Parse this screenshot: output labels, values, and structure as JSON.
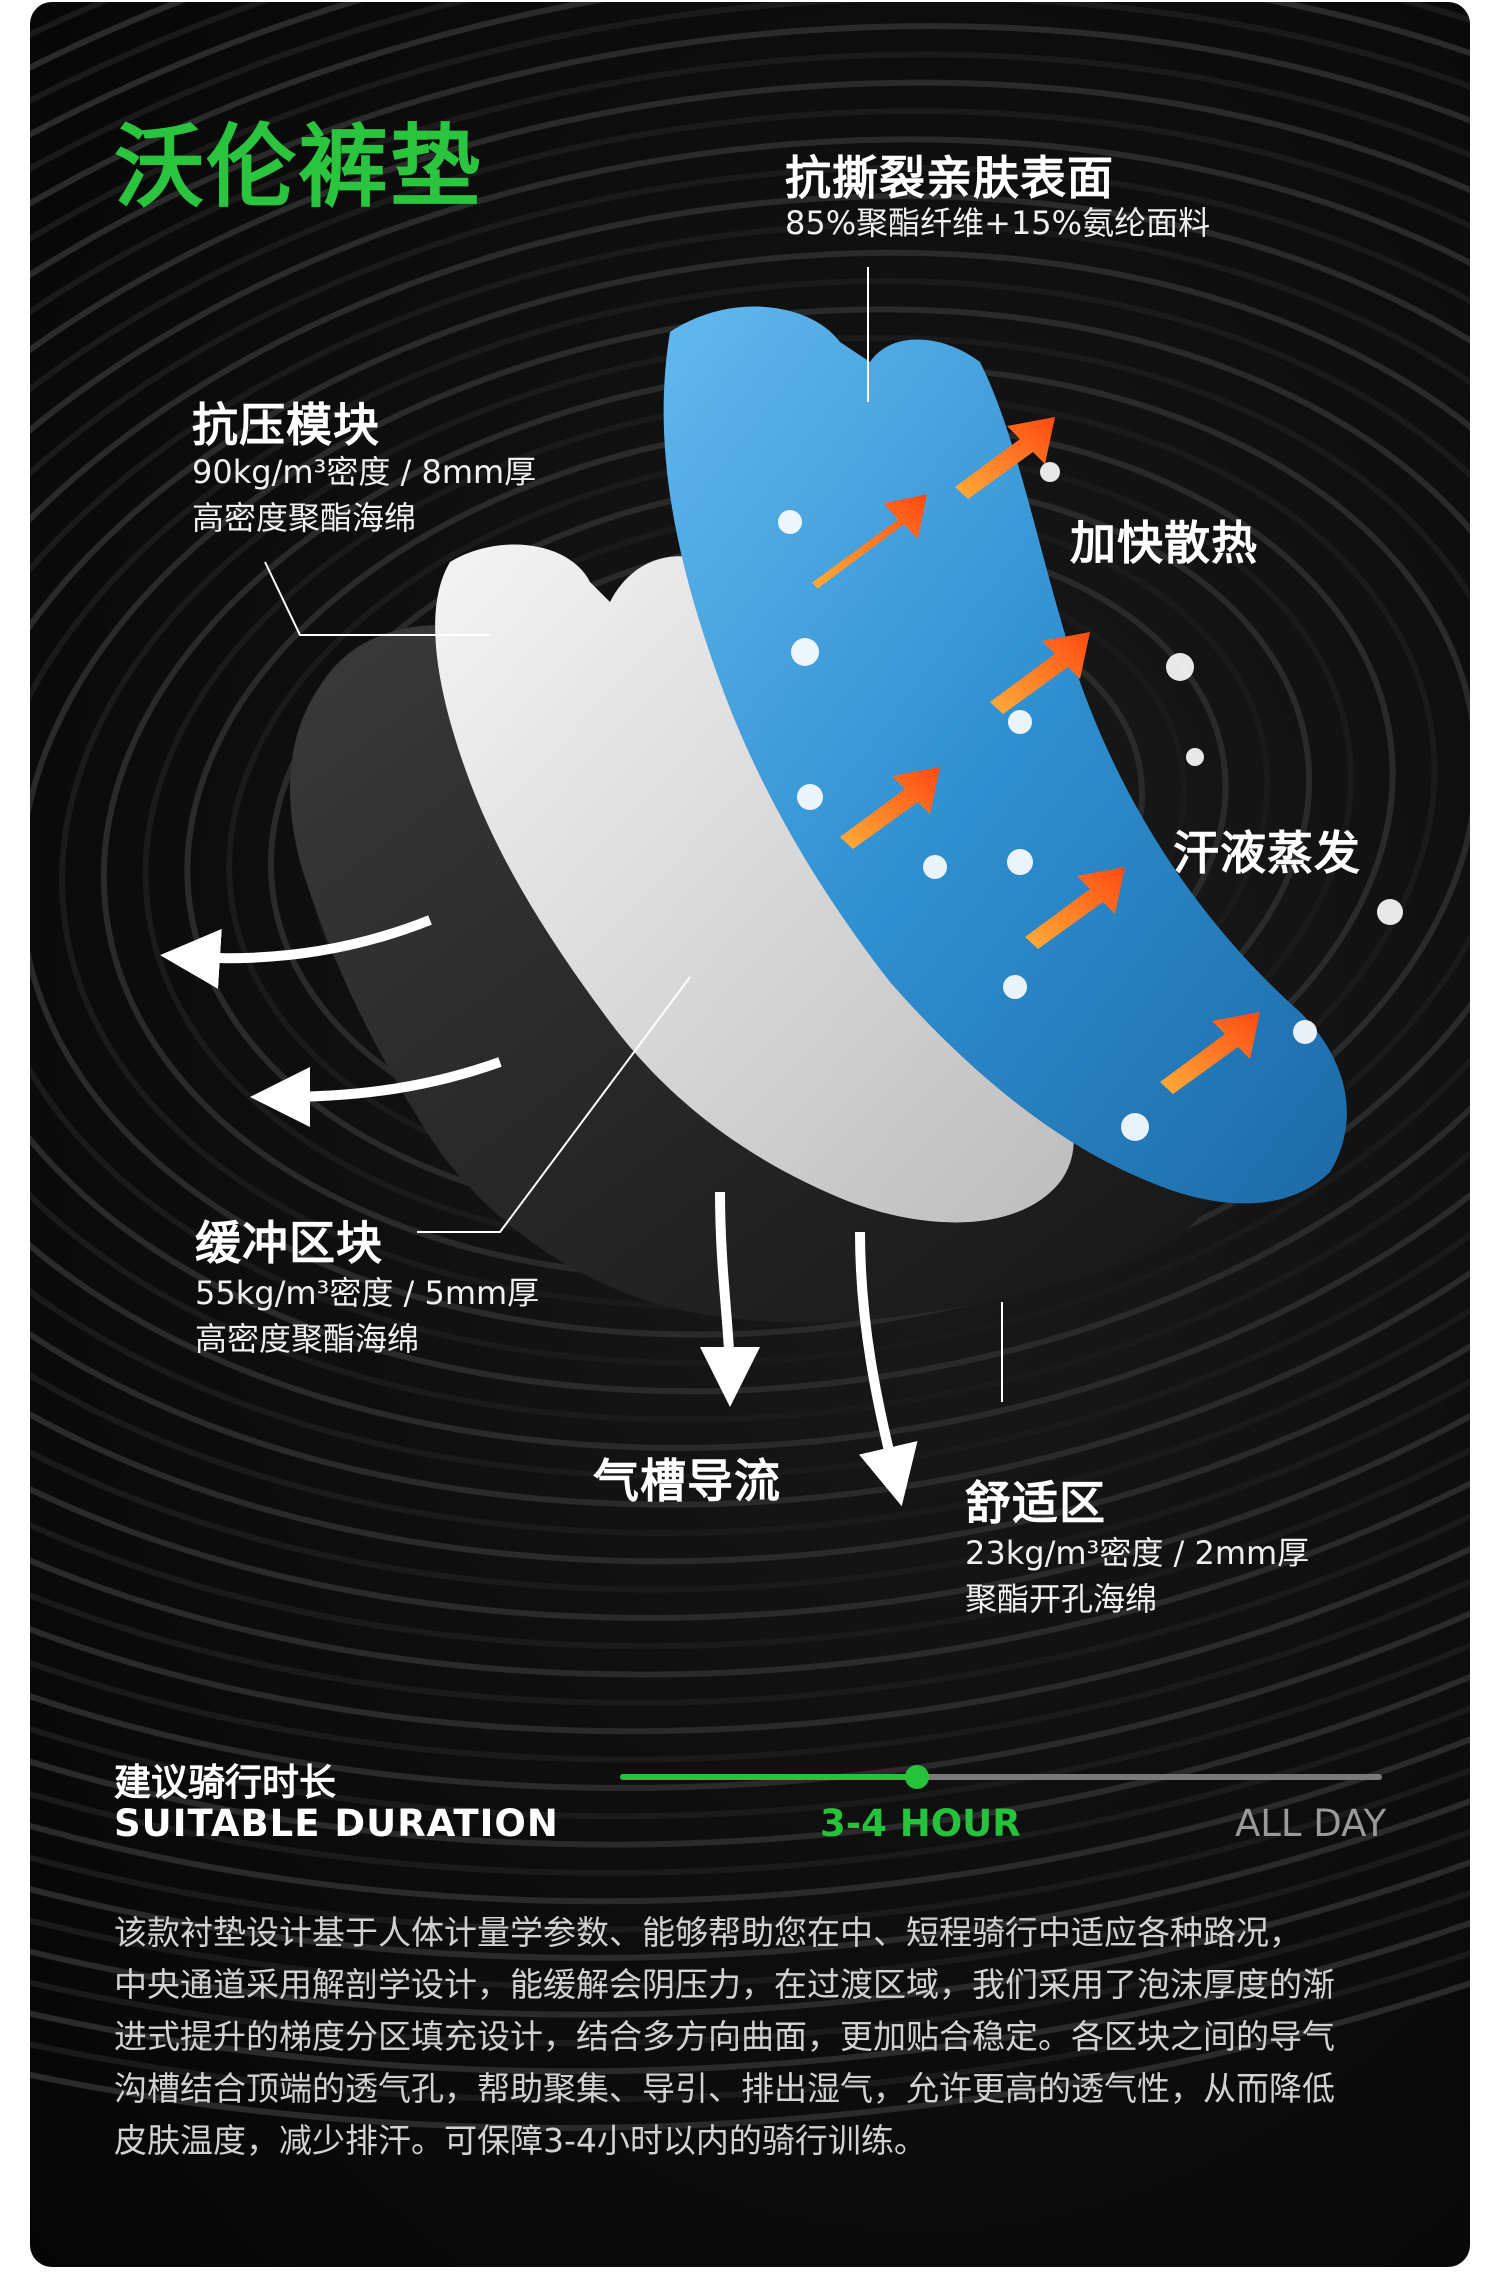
{
  "title": "沃伦裤垫",
  "features": {
    "surface": {
      "heading": "抗撕裂亲肤表面",
      "detail": "85%聚酯纤维+15%氨纶面料"
    },
    "pressure": {
      "heading": "抗压模块",
      "detail_1": "90kg/m³密度 / 8mm厚",
      "detail_2": "高密度聚酯海绵"
    },
    "heat": {
      "heading": "加快散热"
    },
    "sweat": {
      "heading": "汗液蒸发"
    },
    "cushion": {
      "heading": "缓冲区块",
      "detail_1": "55kg/m³密度 / 5mm厚",
      "detail_2": "高密度聚酯海绵"
    },
    "airflow": {
      "heading": "气槽导流"
    },
    "comfort": {
      "heading": "舒适区",
      "detail_1": "23kg/m³密度 / 2mm厚",
      "detail_2": "聚酯开孔海绵"
    }
  },
  "duration": {
    "label_cn": "建议骑行时长",
    "label_en": "SUITABLE DURATION",
    "selected": "3-4 HOUR",
    "max_label": "ALL DAY",
    "progress": 0.39
  },
  "description": "该款衬垫设计基于人体计量学参数、能够帮助您在中、短程骑行中适应各种路况，\n中央通道采用解剖学设计，能缓解会阴压力，在过渡区域，我们采用了泡沫厚度的渐\n进式提升的梯度分区填充设计，结合多方向曲面，更加贴合稳定。各区块之间的导气\n沟槽结合顶端的透气孔，帮助聚集、导引、排出湿气，允许更高的透气性，从而降低\n皮肤温度，减少排汗。可保障3-4小时以内的骑行训练。",
  "colors": {
    "accent_green": "#2ac43f",
    "pad_blue": "#2f8fd0",
    "arrow_orange": "#ff5a1a",
    "background": "#0a0a0a"
  }
}
